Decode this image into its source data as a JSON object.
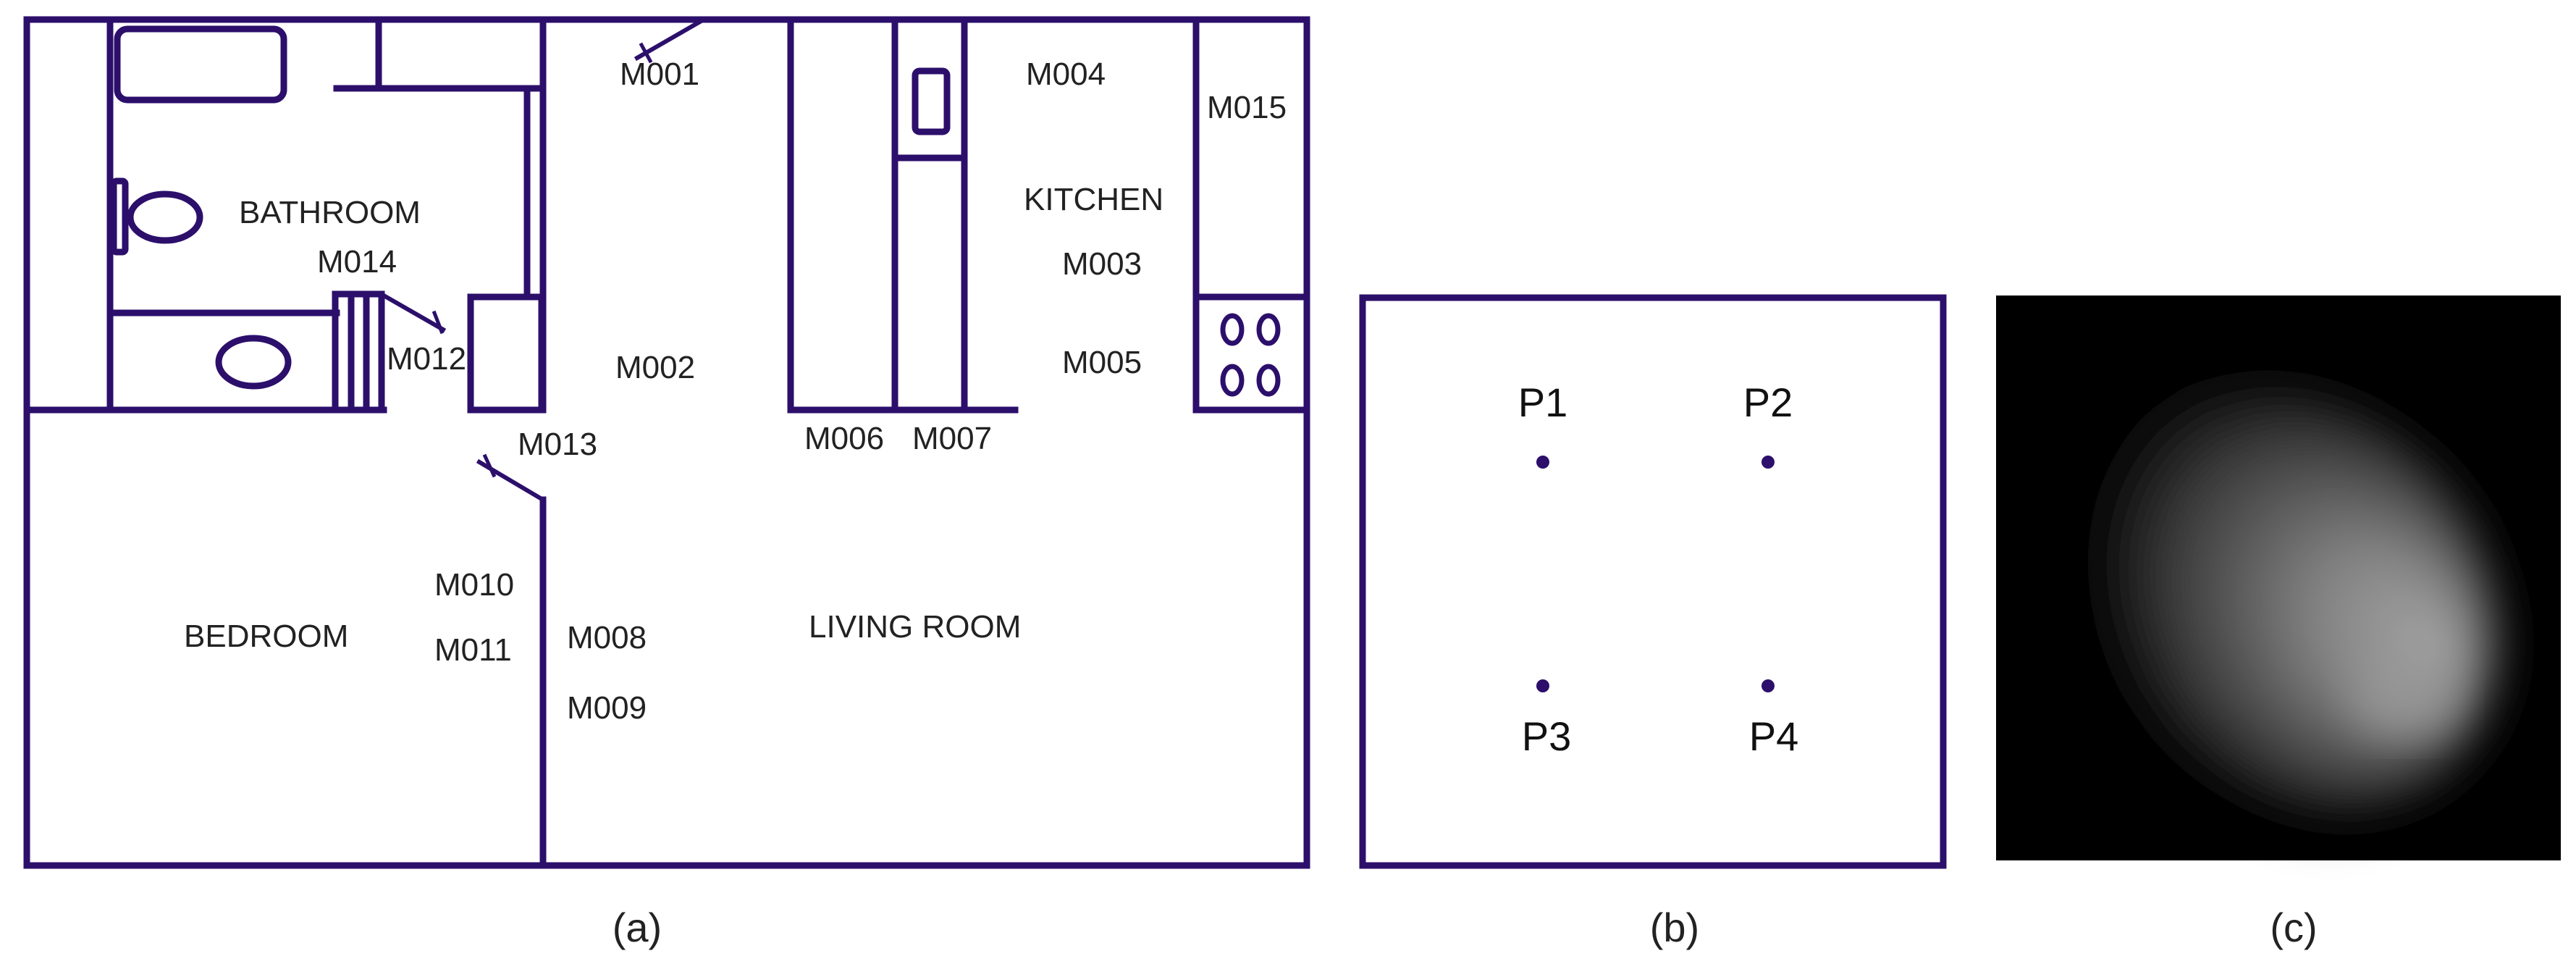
{
  "colors": {
    "wall": "#2c0f6b",
    "text": "#222222",
    "background": "#ffffff",
    "heatmap_bg": "#000000"
  },
  "panel_a": {
    "rooms": {
      "bathroom": "BATHROOM",
      "kitchen": "KITCHEN",
      "bedroom": "BEDROOM",
      "living_room": "LIVING ROOM"
    },
    "sensors": {
      "m001": "M001",
      "m002": "M002",
      "m003": "M003",
      "m004": "M004",
      "m005": "M005",
      "m006": "M006",
      "m007": "M007",
      "m008": "M008",
      "m009": "M009",
      "m010": "M010",
      "m011": "M011",
      "m012": "M012",
      "m013": "M013",
      "m014": "M014",
      "m015": "M015"
    }
  },
  "panel_b": {
    "points": {
      "p1": "P1",
      "p2": "P2",
      "p3": "P3",
      "p4": "P4"
    }
  },
  "captions": {
    "a": "(a)",
    "b": "(b)",
    "c": "(c)"
  }
}
